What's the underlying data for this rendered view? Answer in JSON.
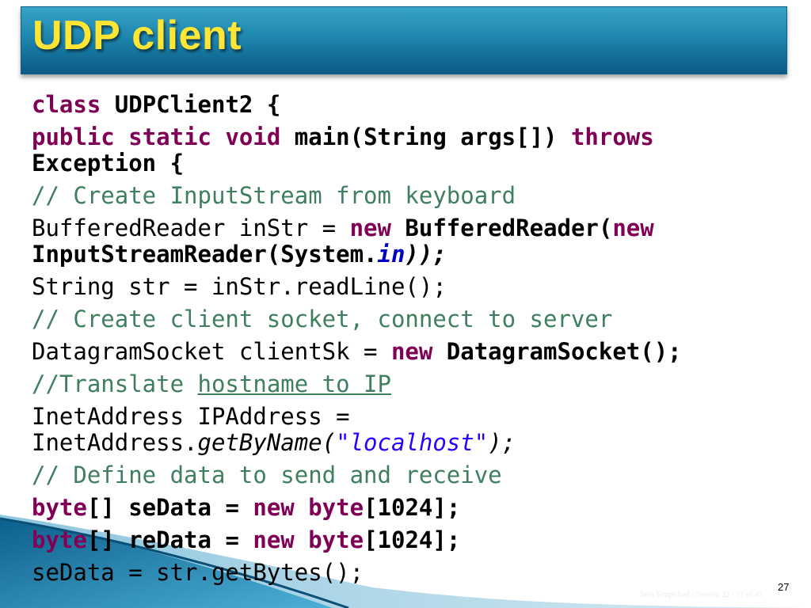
{
  "slide": {
    "title": "UDP client",
    "page_number": "27",
    "footer": "Java Simplified / Session 22 / 27 of 45"
  },
  "code": {
    "l1": {
      "kw": "class",
      "rest": " UDPClient2 {"
    },
    "l2": {
      "kw1": "public",
      "kw2": "static",
      "kw3": "void",
      "mid": " main(String args[]) ",
      "kw4": "throws"
    },
    "l3": {
      "text": "Exception {"
    },
    "l4": {
      "comment": "// Create InputStream from keyboard"
    },
    "l5": {
      "pre": "BufferedReader inStr = ",
      "kw1": "new",
      "mid": " BufferedReader(",
      "kw2": "new"
    },
    "l6": {
      "pre": "InputStreamReader(System.",
      "field": "in",
      "post": "));"
    },
    "l7": {
      "text": "String str = inStr.readLine();"
    },
    "l8": {
      "comment": "// Create client socket, connect to server"
    },
    "l9": {
      "pre": "DatagramSocket clientSk = ",
      "kw": "new",
      "post": " DatagramSocket();"
    },
    "l10": {
      "comment": "//Translate ",
      "link": "hostname to IP"
    },
    "l11": {
      "text": "InetAddress IPAddress ="
    },
    "l12": {
      "pre": "InetAddress.",
      "method": "getByName(",
      "string": "\"localhost\"",
      "post": ");"
    },
    "l13": {
      "comment": "// Define data to send and receive"
    },
    "l14": {
      "kw1": "byte",
      "mid": "[] seData = ",
      "kw2": "new",
      "sp": " ",
      "kw3": "byte",
      "post": "[1024];"
    },
    "l15": {
      "kw1": "byte",
      "mid": "[] reData = ",
      "kw2": "new",
      "sp": " ",
      "kw3": "byte",
      "post": "[1024];"
    },
    "l16": {
      "text": "seData = str.getBytes();"
    }
  },
  "colors": {
    "keyword": "#7f0055",
    "comment": "#3f7f5f",
    "string": "#2a00ff",
    "title": "#ffe634",
    "title_bar": "#1e86ae"
  }
}
